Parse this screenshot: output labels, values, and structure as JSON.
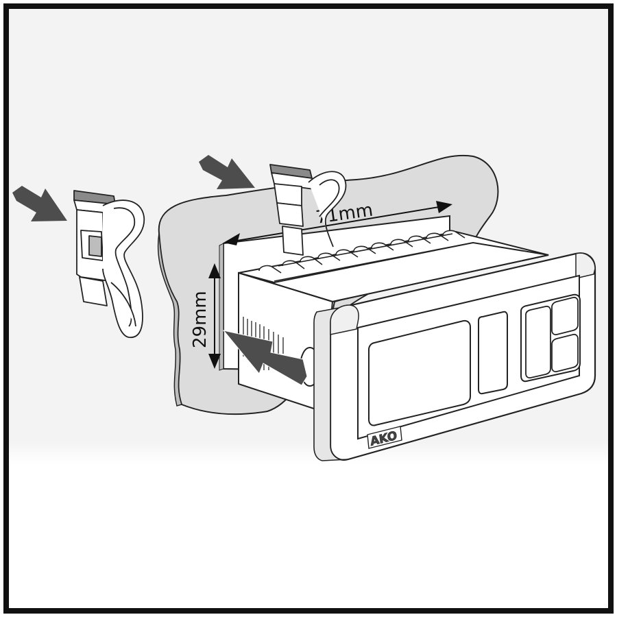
{
  "dimensions": {
    "width_label": "71mm",
    "height_label": "29mm"
  },
  "device": {
    "brand": "AKO"
  },
  "colors": {
    "frame": "#111111",
    "panel": "#dcdcdc",
    "panel_stroke": "#222222",
    "arrow": "#4d4d4d",
    "line": "#222222",
    "fill_white": "#ffffff",
    "fill_light": "#f4f4f4"
  }
}
